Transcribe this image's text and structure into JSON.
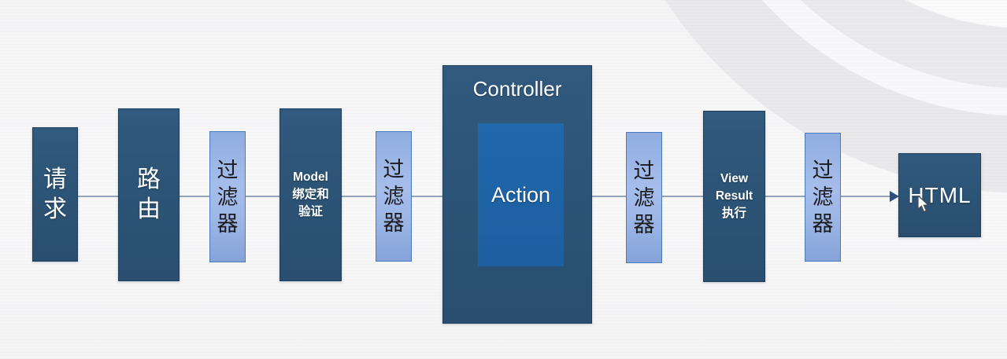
{
  "slide": {
    "colors": {
      "background": "#f5f5f6",
      "ring_gray": "#e9e9eb",
      "box_dark_blue": "#2c5375",
      "box_medium_blue": "#1d5fa1",
      "box_light_blue": "#9cb6e6",
      "connector_line": "#97a5b8",
      "arrowhead": "#30507a",
      "text_on_dark": "#ffffff",
      "text_on_light": "#1b1b1d"
    }
  },
  "diagram": {
    "nodes": [
      {
        "id": "request",
        "label": "请\n求"
      },
      {
        "id": "routing",
        "label": "路\n由"
      },
      {
        "id": "filter-1",
        "label": "过\n滤\n器"
      },
      {
        "id": "model-binding",
        "label": "Model\n绑定和\n验证"
      },
      {
        "id": "filter-2",
        "label": "过\n滤\n器"
      },
      {
        "id": "controller",
        "label": "Controller"
      },
      {
        "id": "action",
        "label": "Action"
      },
      {
        "id": "filter-3",
        "label": "过\n滤\n器"
      },
      {
        "id": "view-result",
        "label": "View\nResult\n执行"
      },
      {
        "id": "filter-4",
        "label": "过\n滤\n器"
      },
      {
        "id": "html-output",
        "label": "HTML"
      }
    ]
  }
}
